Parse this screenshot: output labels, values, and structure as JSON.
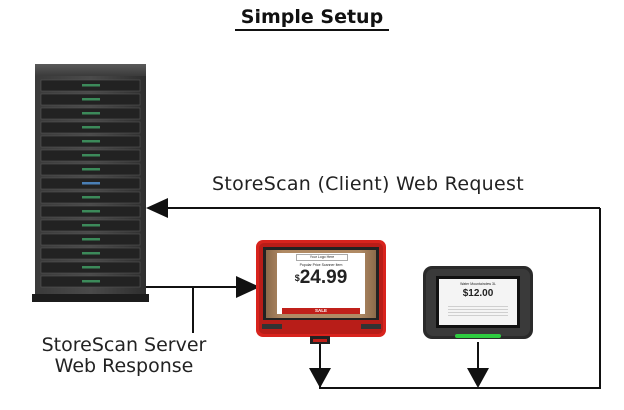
{
  "title": "Simple Setup",
  "labels": {
    "client_request": "StoreScan (Client) Web Request",
    "server_response_line1": "StoreScan Server",
    "server_response_line2": "Web Response"
  },
  "device_red": {
    "header": "Your Logo Here",
    "product": "Popular Price Scanner Item",
    "currency": "$",
    "price": "24.99",
    "banner": "SALE"
  },
  "device_black": {
    "product": "Water Mountaindew 3L",
    "price": "$12.00"
  },
  "colors": {
    "device_red": "#d8231d",
    "scanner_led": "#2ecc40",
    "sale_banner": "#c0201a",
    "line": "#111111"
  },
  "icons": [
    "server-rack-icon",
    "price-checker-red-icon",
    "price-checker-black-icon",
    "arrow-left-icon",
    "arrow-right-icon",
    "arrow-down-icon"
  ]
}
